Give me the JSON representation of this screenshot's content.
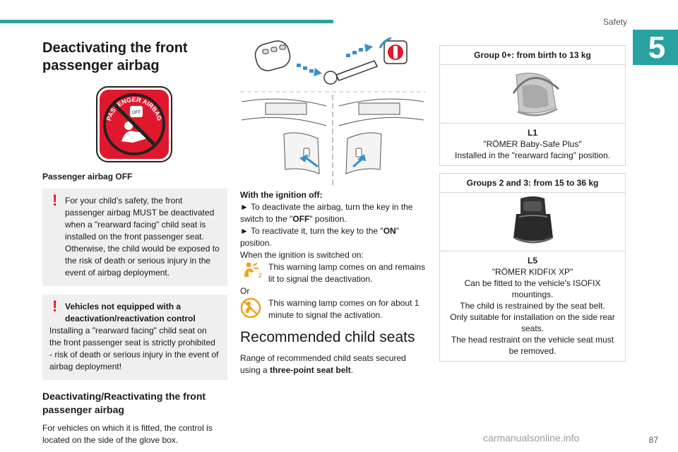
{
  "header": {
    "section": "Safety",
    "chapter": "5"
  },
  "footer": {
    "page": "87",
    "watermark": "carmanualsonline.info"
  },
  "col1": {
    "title": "Deactivating the front passenger airbag",
    "badge_text": "PASSENGER AIRBAG",
    "badge_sub": "OFF",
    "caption": "Passenger airbag OFF",
    "warning1": "For your child’s safety, the front passenger airbag MUST be deactivated when a \"rearward facing\" child seat is installed on the front passenger seat. Otherwise, the child would be exposed to the risk of death or serious injury in the event of airbag deployment.",
    "warning2_title": "Vehicles not equipped with a deactivation/reactivation control",
    "warning2_body": "Installing a \"rearward facing\" child seat on the front passenger seat is strictly prohibited - risk of death or serious injury in the event of airbag deployment!",
    "subtitle": "Deactivating/Reactivating the front passenger airbag",
    "intro": "For vehicles on which it is fitted, the control is located on the side of the glove box."
  },
  "col2": {
    "ignition_off": "With the ignition off:",
    "step1_pre": "► To deactivate the airbag, turn the key in the switch to the \"",
    "step1_bold": "OFF",
    "step1_post": "\" position.",
    "step2_pre": "► To reactivate it, turn the key to the \"",
    "step2_bold": "ON",
    "step2_post": "\" position.",
    "ignition_on": "When the ignition is switched on:",
    "lamp1": "This warning lamp comes on and remains lit to signal the deactivation.",
    "or": "Or",
    "lamp2": "This warning lamp comes on for about 1 minute to signal the activation.",
    "rec_title": "Recommended child seats",
    "rec_pre": "Range of recommended child seats secured using a ",
    "rec_bold": "three-point seat belt",
    "rec_post": "."
  },
  "col3": {
    "group1": {
      "head": "Group 0+: from birth to 13 kg",
      "code": "L1",
      "name": "\"RÖMER Baby-Safe Plus\"",
      "lines": [
        "Installed in the \"rearward facing\" position."
      ]
    },
    "group2": {
      "head": "Groups 2 and 3: from 15 to 36 kg",
      "code": "L5",
      "name": "\"RÖMER KIDFIX XP\"",
      "lines": [
        "Can be fitted to the vehicle's ISOFIX mountings.",
        "The child is restrained by the seat belt.",
        "Only suitable for installation on the side rear seats.",
        "The head restraint on the vehicle seat must be removed."
      ]
    }
  },
  "colors": {
    "accent": "#2aa1a1",
    "warning": "#e0182d",
    "lamp": "#f0a21e"
  }
}
